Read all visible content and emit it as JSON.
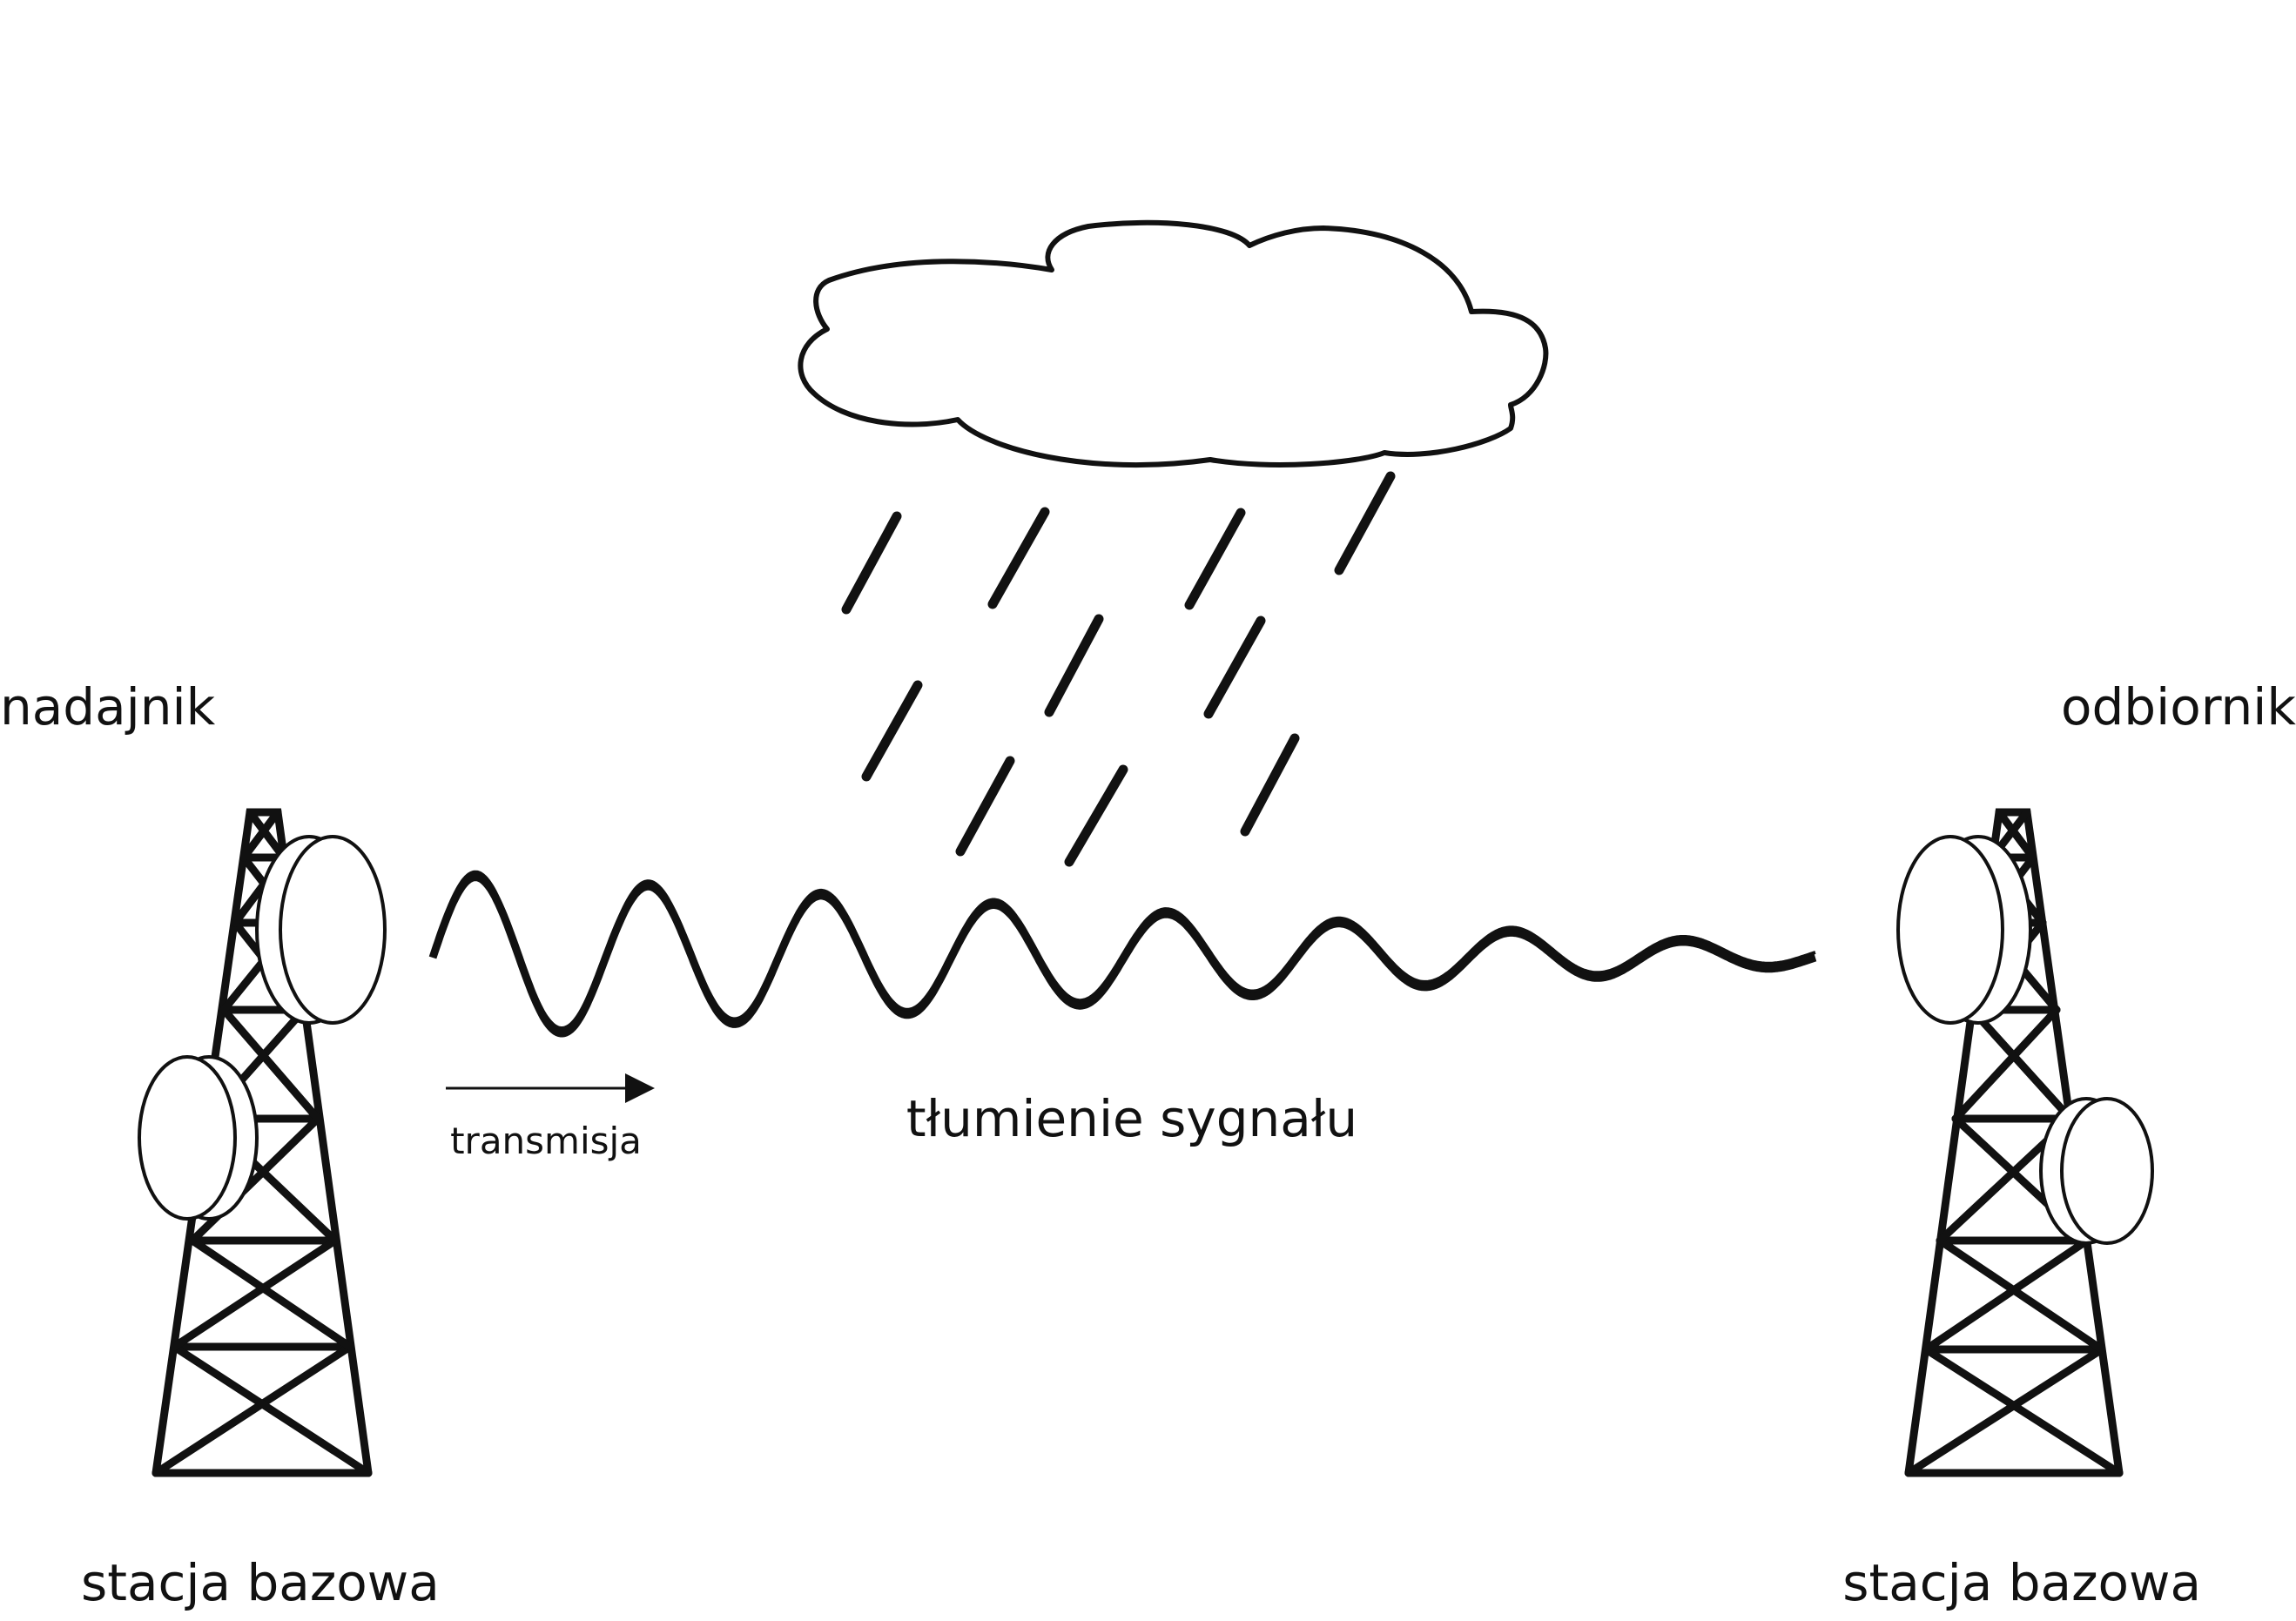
{
  "labels": {
    "transmitter": "nadajnik",
    "receiver": "odbiornik",
    "base_station_left": "stacja bazowa",
    "base_station_right": "stacja bazowa",
    "attenuation": "tłumienie sygnału",
    "transmission": "transmisja"
  },
  "wave": {
    "cycles": 8,
    "amplitude_start": 95,
    "amplitude_end": 10
  },
  "icons": {
    "cloud": "cloud-icon",
    "rain": "rain-icon",
    "tower_left": "radio-tower-icon",
    "tower_right": "radio-tower-icon",
    "arrow": "arrow-right-icon"
  },
  "colors": {
    "line": "#111111",
    "background": "#ffffff"
  }
}
